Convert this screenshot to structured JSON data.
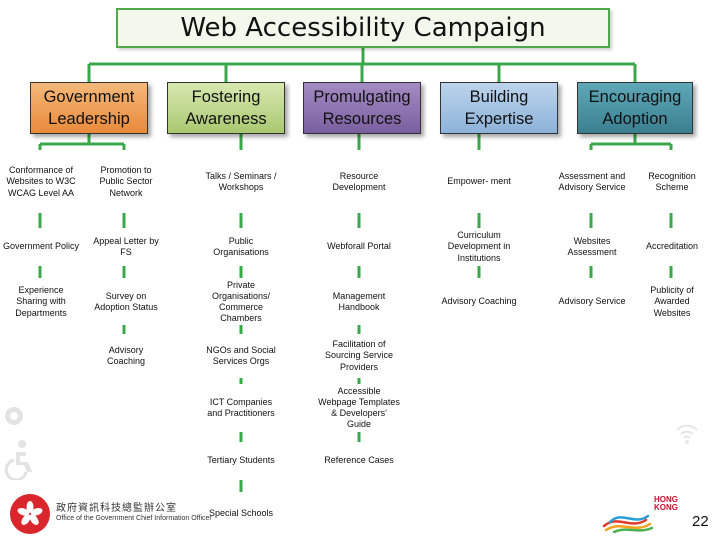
{
  "title": "Web Accessibility Campaign",
  "categories": {
    "government": "Government Leadership",
    "fostering": "Fostering Awareness",
    "promulgating": "Promulgating Resources",
    "building": "Building Expertise",
    "encouraging": "Encouraging Adoption"
  },
  "government_items": {
    "col1": [
      "Conformance of Websites to W3C WCAG Level AA",
      "Government Policy",
      "Experience Sharing with Departments"
    ],
    "col2": [
      "Promotion to Public Sector Network",
      "Appeal Letter by FS",
      "Survey on Adoption Status",
      "Advisory Coaching"
    ]
  },
  "fostering_items": [
    "Talks / Seminars / Workshops",
    "Public Organisations",
    "Private Organisations/ Commerce Chambers",
    "NGOs and Social Services Orgs",
    "ICT Companies and Practitioners",
    "Tertiary Students",
    "Special Schools"
  ],
  "promulgating_items": [
    "Resource Development",
    "Webforall Portal",
    "Management Handbook",
    "Facilitation of Sourcing Service Providers",
    "Accessible Webpage Templates & Developers' Guide",
    "Reference Cases"
  ],
  "building_items": [
    "Empower- ment",
    "Curriculum Development in Institutions",
    "Advisory Coaching"
  ],
  "encouraging_items": {
    "col1": [
      "Assessment and Advisory Service",
      "Websites Assessment",
      "Advisory Service"
    ],
    "col2": [
      "Recognition Scheme",
      "Accreditation",
      "Publicity of Awarded Websites"
    ]
  },
  "footer": {
    "ogcio_cn": "政府資訊科技總監辦公室",
    "ogcio_en": "Office of the Government Chief Information Officer",
    "brand_text": "HONG KONG",
    "page_number": "22"
  },
  "colors": {
    "connector": "#3aa84a",
    "government": "#e98a3a",
    "fostering": "#a9c870",
    "promulgating": "#7a5fa0",
    "building": "#8db2da",
    "encouraging": "#3a7f90"
  }
}
